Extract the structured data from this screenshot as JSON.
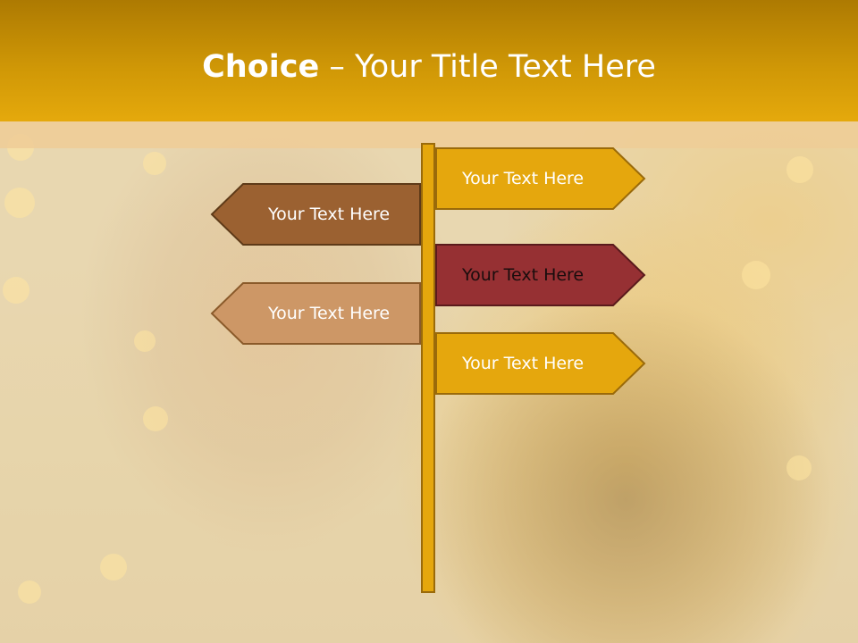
{
  "slide": {
    "title_bold": "Choice",
    "title_rest": " – Your Title Text Here"
  },
  "signs": [
    {
      "text": "Your Text Here",
      "direction": "right",
      "fill": "#e5a70d",
      "stroke": "#9a6a0a",
      "text_color": "#ffffff"
    },
    {
      "text": "Your Text Here",
      "direction": "left",
      "fill": "#9b6131",
      "stroke": "#5e3a18",
      "text_color": "#ffffff"
    },
    {
      "text": "Your Text Here",
      "direction": "right",
      "fill": "#963033",
      "stroke": "#5a1a1c",
      "text_color": "#1a0d0d"
    },
    {
      "text": "Your Text Here",
      "direction": "left",
      "fill": "#cd9766",
      "stroke": "#8a5a2a",
      "text_color": "#ffffff"
    },
    {
      "text": "Your Text Here",
      "direction": "right",
      "fill": "#e5a70d",
      "stroke": "#9a6a0a",
      "text_color": "#ffffff"
    }
  ],
  "colors": {
    "title_bar": "#cf9706",
    "post": "#e5a70d"
  }
}
